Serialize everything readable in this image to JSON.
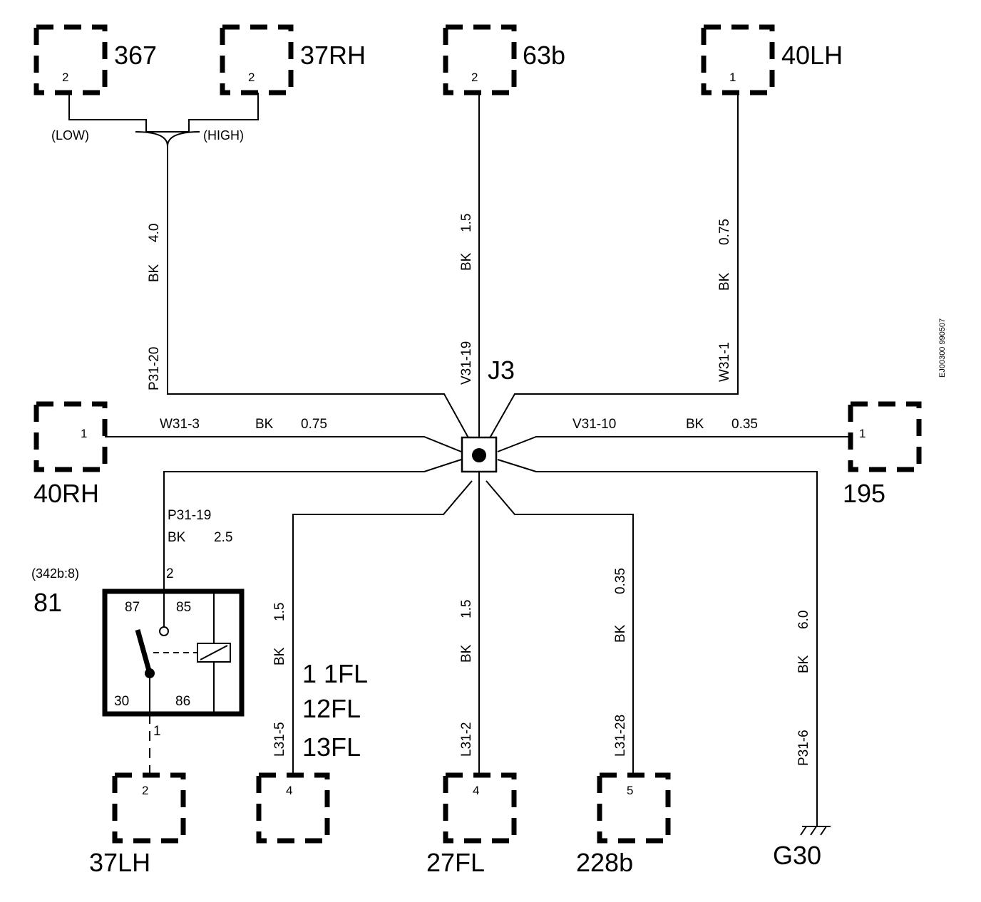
{
  "splice": {
    "label": "J3"
  },
  "connectors": {
    "c367": {
      "label": "367",
      "pin": "2"
    },
    "c37rh": {
      "label": "37RH",
      "pin": "2"
    },
    "c63b": {
      "label": "63b",
      "pin": "2"
    },
    "c40lh": {
      "label": "40LH",
      "pin": "1"
    },
    "c40rh": {
      "label": "40RH",
      "pin": "1"
    },
    "c195": {
      "label": "195",
      "pin": "1"
    },
    "c37lh": {
      "label": "37LH",
      "pin": "2"
    },
    "c27fl_11fl": {
      "pin": "4"
    },
    "c27fl": {
      "label": "27FL",
      "pin": "4"
    },
    "c228b": {
      "label": "228b",
      "pin": "5"
    }
  },
  "merge_labels": {
    "low": "(LOW)",
    "high": "(HIGH)"
  },
  "wires": {
    "p31_20": {
      "id": "P31-20",
      "color": "BK",
      "size": "4.0"
    },
    "v31_19": {
      "id": "V31-19",
      "color": "BK",
      "size": "1.5"
    },
    "w31_1": {
      "id": "W31-1",
      "color": "BK",
      "size": "0.75"
    },
    "w31_3": {
      "id": "W31-3",
      "color": "BK",
      "size": "0.75"
    },
    "v31_10": {
      "id": "V31-10",
      "color": "BK",
      "size": "0.35"
    },
    "p31_19": {
      "id": "P31-19",
      "color": "BK",
      "size": "2.5"
    },
    "l31_5": {
      "id": "L31-5",
      "color": "BK",
      "size": "1.5"
    },
    "l31_2": {
      "id": "L31-2",
      "color": "BK",
      "size": "1.5"
    },
    "l31_28": {
      "id": "L31-28",
      "color": "BK",
      "size": "0.35"
    },
    "p31_6": {
      "id": "P31-6",
      "color": "BK",
      "size": "6.0"
    }
  },
  "relay": {
    "ref": "(342b:8)",
    "label": "81",
    "pin_top": "2",
    "pin_bottom": "1",
    "terminals": {
      "t87": "87",
      "t85": "85",
      "t30": "30",
      "t86": "86"
    }
  },
  "location_list": [
    "1 1FL",
    "12FL",
    "13FL"
  ],
  "ground": {
    "label": "G30"
  },
  "doc_code": "EJ00300 990507"
}
